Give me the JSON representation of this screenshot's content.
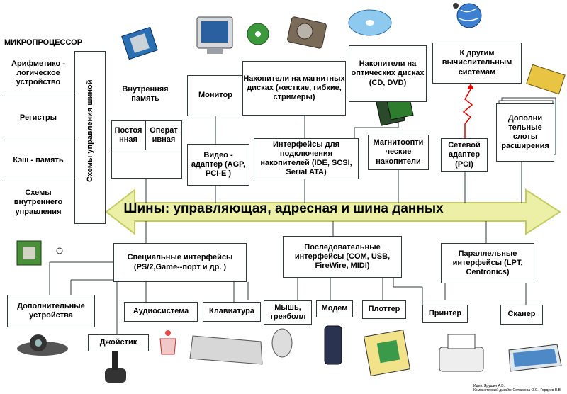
{
  "microprocessor": {
    "title": "МИКРОПРОЦЕССОР",
    "alu": "Арифметико - логическое устройство",
    "registers": "Регистры",
    "cache": "Кэш - память",
    "internal_control": "Схемы внутреннего управления",
    "bus_control": "Схемы управления шиной"
  },
  "memory": {
    "title": "Внутренняя память",
    "permanent": "Постоя нная",
    "ram": "Операт ивная"
  },
  "monitor": "Монитор",
  "video_adapter": "Видео - адаптер (AGP, PCI-E )",
  "magnetic_drives": "Накопители на магнитных дисках (жесткие, гибкие, стримеры)",
  "optical_drives": "Накопители на оптических дисках (CD, DVD)",
  "storage_interfaces": "Интерфейсы для подключения накопителей (IDE, SCSI, Serial ATA)",
  "magneto_optical": "Магнитоопти ческие накопители",
  "other_systems": "К другим вычислительным системам",
  "network_adapter": "Сетевой адаптер (PCI)",
  "expansion_slots": "Дополни тельные слоты расширения",
  "bus": "Шины: управляющая, адресная и шина данных",
  "special_interfaces": "Специальные интерфейсы (PS/2,Game--порт и др. )",
  "serial_interfaces": "Последовательные интерфейсы (COM, USB, FireWire, MIDI)",
  "parallel_interfaces": "Параллельные интерфейсы (LPT, Centronics)",
  "devices": {
    "additional": "Дополнительные устройства",
    "joystick": "Джойстик",
    "audio": "Аудиосистема",
    "keyboard": "Клавиатура",
    "mouse": "Мышь, трекболл",
    "modem": "Модем",
    "plotter": "Плоттер",
    "printer": "Принтер",
    "scanner": "Сканер"
  },
  "footer": {
    "line1": "Идея: Ярушин А.В.",
    "line2": "Компьютерный дизайн: Сотникова О.С., Гордеев В.В."
  },
  "colors": {
    "bus_fill": "#ecf0a6",
    "bus_stroke": "#c4ca62",
    "wire": "#2f3b3b",
    "network_line": "#e00000"
  }
}
